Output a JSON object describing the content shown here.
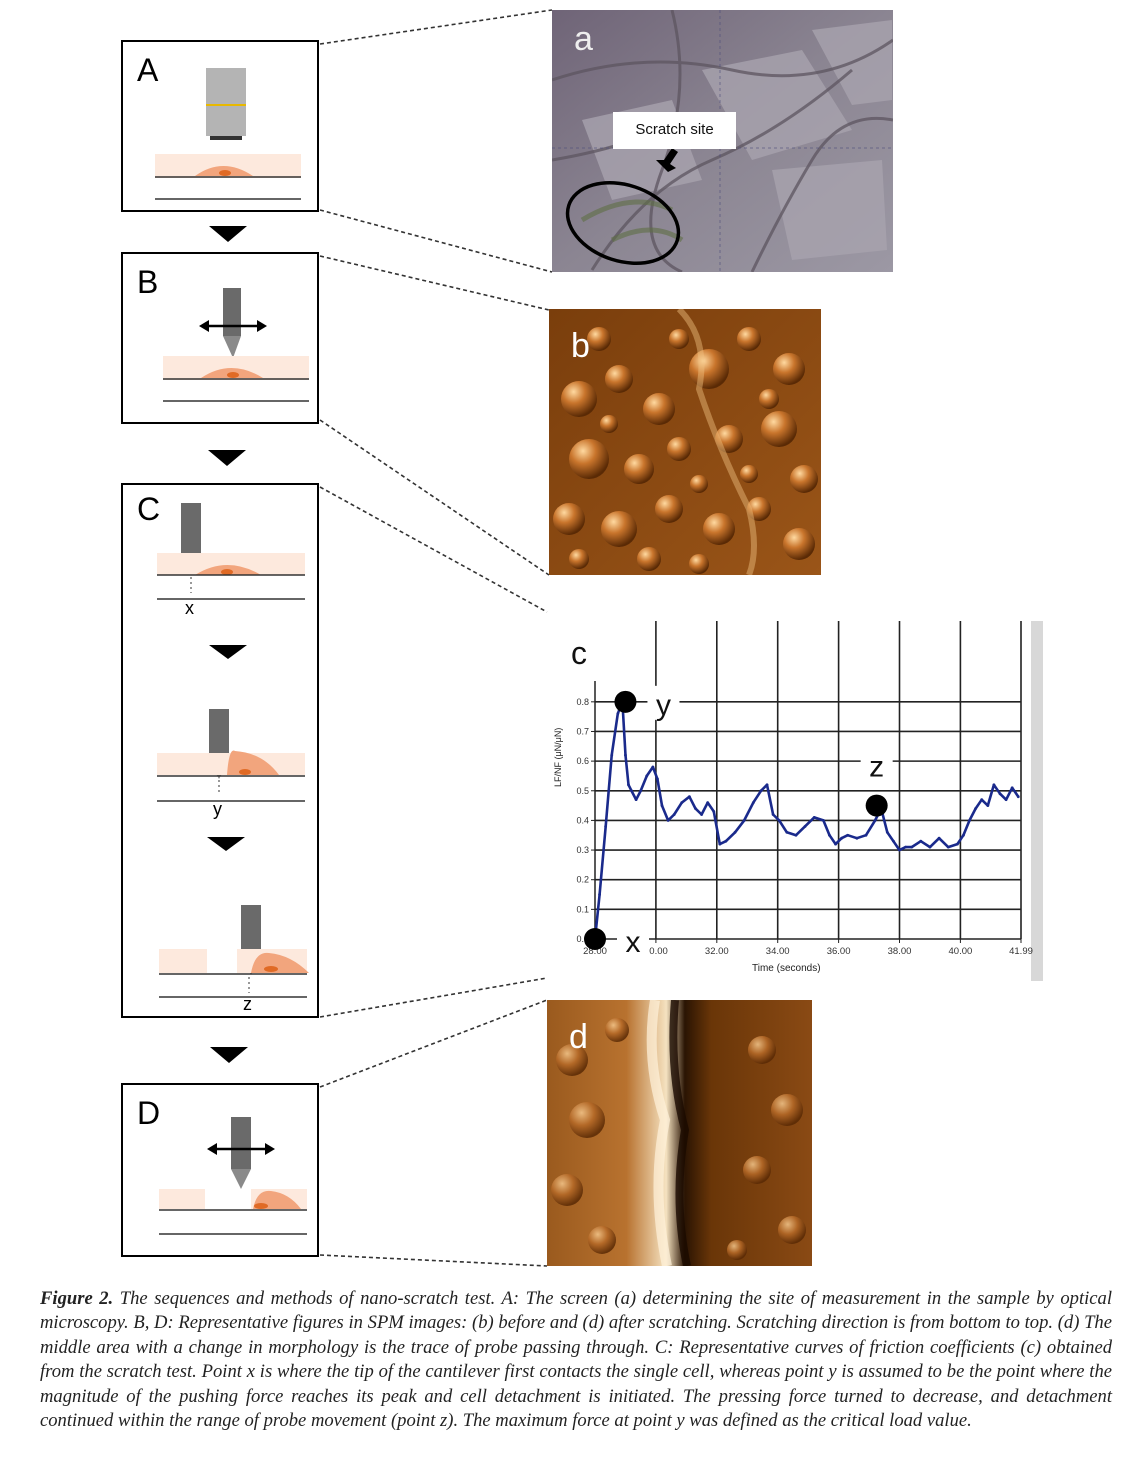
{
  "schematic": {
    "boxes": [
      {
        "letter": "A"
      },
      {
        "letter": "B"
      },
      {
        "letter": "C",
        "points": [
          "x",
          "y",
          "z"
        ]
      },
      {
        "letter": "D"
      }
    ]
  },
  "panels": {
    "a": {
      "letter": "a",
      "callout": "Scratch site"
    },
    "b": {
      "letter": "b"
    },
    "c": {
      "letter": "c"
    },
    "d": {
      "letter": "d"
    }
  },
  "chart_data": {
    "type": "line",
    "xlabel": "Time (seconds)",
    "ylabel": "LF/NF (μN/μN)",
    "xlim": [
      28.0,
      41.99
    ],
    "ylim": [
      0.0,
      0.85
    ],
    "x_ticks": [
      "28.00",
      "30.00",
      "32.00",
      "34.00",
      "36.00",
      "38.00",
      "40.00",
      "41.99"
    ],
    "y_ticks": [
      "0.0",
      "0.1",
      "0.2",
      "0.3",
      "0.4",
      "0.5",
      "0.6",
      "0.7",
      "0.8"
    ],
    "series": [
      {
        "color": "#1a2a8c",
        "x": [
          28.0,
          28.15,
          28.35,
          28.55,
          28.75,
          28.9,
          29.0,
          29.1,
          29.2,
          29.35,
          29.5,
          29.7,
          29.9,
          30.05,
          30.2,
          30.4,
          30.6,
          30.85,
          31.1,
          31.3,
          31.5,
          31.7,
          31.9,
          32.1,
          32.3,
          32.6,
          32.9,
          33.2,
          33.45,
          33.65,
          33.85,
          34.05,
          34.3,
          34.6,
          34.9,
          35.2,
          35.5,
          35.7,
          35.9,
          36.1,
          36.3,
          36.6,
          36.9,
          37.2,
          37.4,
          37.6,
          37.8,
          38.0,
          38.2,
          38.4,
          38.7,
          39.0,
          39.3,
          39.6,
          39.9,
          40.1,
          40.3,
          40.5,
          40.7,
          40.9,
          41.1,
          41.3,
          41.5,
          41.7,
          41.9
        ],
        "y": [
          0.0,
          0.15,
          0.38,
          0.62,
          0.76,
          0.8,
          0.62,
          0.52,
          0.5,
          0.47,
          0.5,
          0.55,
          0.58,
          0.54,
          0.45,
          0.4,
          0.42,
          0.46,
          0.48,
          0.44,
          0.42,
          0.46,
          0.43,
          0.32,
          0.33,
          0.36,
          0.4,
          0.46,
          0.5,
          0.52,
          0.42,
          0.4,
          0.36,
          0.35,
          0.38,
          0.41,
          0.4,
          0.35,
          0.32,
          0.34,
          0.35,
          0.34,
          0.35,
          0.4,
          0.44,
          0.36,
          0.33,
          0.3,
          0.31,
          0.31,
          0.33,
          0.31,
          0.34,
          0.31,
          0.32,
          0.35,
          0.4,
          0.44,
          0.47,
          0.45,
          0.52,
          0.49,
          0.47,
          0.51,
          0.48
        ]
      }
    ],
    "points": [
      {
        "label": "x",
        "x": 28.0,
        "y": 0.0
      },
      {
        "label": "y",
        "x": 29.0,
        "y": 0.8
      },
      {
        "label": "z",
        "x": 37.25,
        "y": 0.45
      }
    ]
  },
  "caption": {
    "label": "Figure 2.",
    "text": "The sequences and methods of nano-scratch test. A: The screen (a) determining the site of measurement in the sample by optical microscopy. B, D: Representative figures in SPM images: (b) before and (d) after scratching. Scratching direction is from bottom to top. (d) The middle area with a change in morphology is the trace of probe passing through. C: Representative curves of friction coefficients (c) obtained from the scratch test. Point x is where the tip of the cantilever first contacts the single cell, whereas point y is assumed to be the point where the magnitude of the pushing force reaches its peak and cell detachment is initiated. The pressing force turned to decrease, and detachment continued within the range of probe movement (point z). The maximum force at point y was defined as the critical load value."
  }
}
